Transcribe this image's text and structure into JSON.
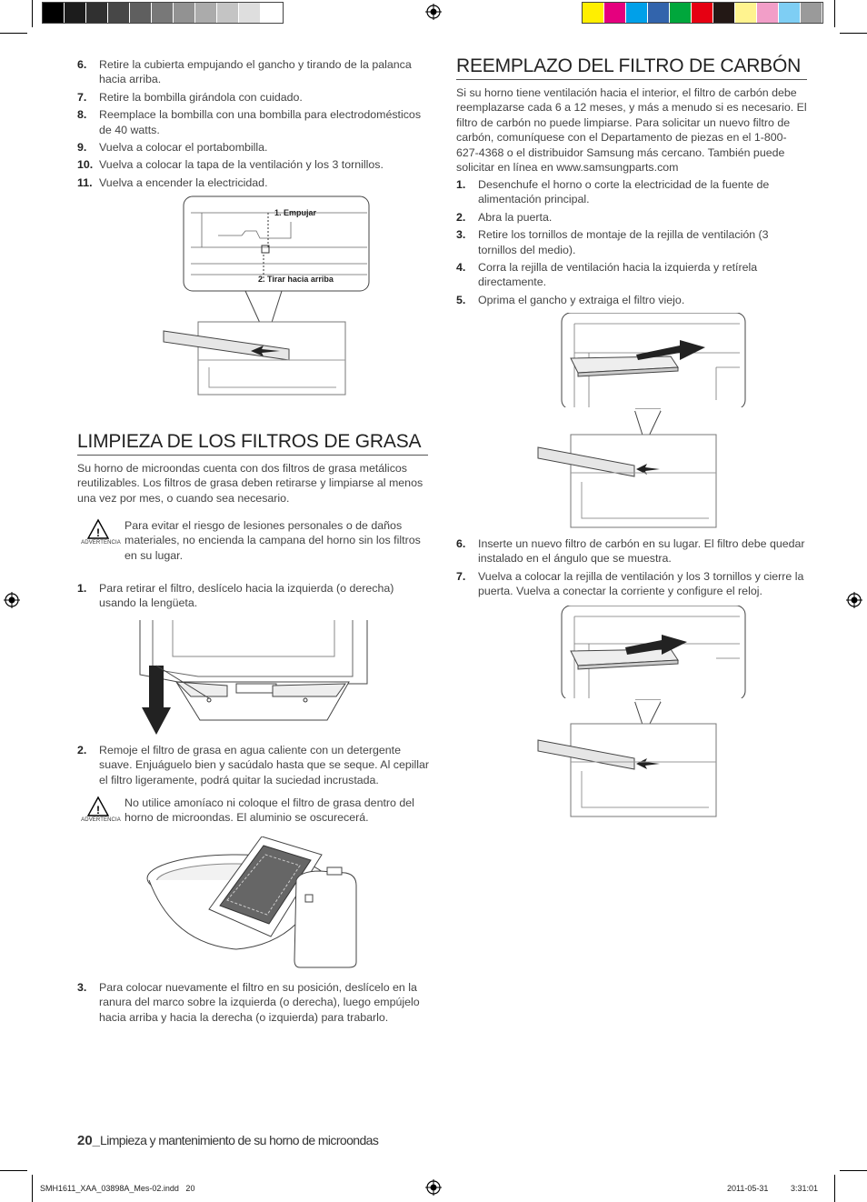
{
  "left_steps_a": [
    {
      "n": "6.",
      "text": "Retire la cubierta empujando el gancho y tirando de la palanca hacia arriba."
    },
    {
      "n": "7.",
      "text": "Retire la bombilla girándola con cuidado."
    },
    {
      "n": "8.",
      "text": "Reemplace la bombilla con una bombilla para electrodomésticos de 40 watts."
    },
    {
      "n": "9.",
      "text": "Vuelva a colocar el portabombilla."
    },
    {
      "n": "10.",
      "text": "Vuelva a colocar la tapa de la ventilación y los 3 tornillos."
    },
    {
      "n": "11.",
      "text": "Vuelva a encender la electricidad."
    }
  ],
  "figure1": {
    "callout1": "1. Empujar",
    "callout2": "2. Tirar hacia arriba"
  },
  "grease": {
    "title": "LIMPIEZA DE LOS FILTROS DE GRASA",
    "intro": "Su horno de microondas cuenta con dos filtros de grasa metálicos reutilizables. Los filtros de grasa deben retirarse y limpiarse al menos una vez por mes, o cuando sea necesario.",
    "warning1": "Para evitar el riesgo de lesiones personales o de daños materiales, no encienda la campana del horno sin los filtros en su lugar.",
    "warning_label": "ADVERTENCIA",
    "step1": {
      "n": "1.",
      "text": "Para retirar el filtro, deslícelo hacia la izquierda (o derecha) usando la lengüeta."
    },
    "step2": {
      "n": "2.",
      "text": "Remoje el filtro de grasa en agua caliente con un detergente suave. Enjuáguelo bien y sacúdalo hasta que se seque. Al cepillar el filtro ligeramente, podrá quitar la suciedad incrustada."
    },
    "warning2": "No utilice amoníaco ni coloque el filtro de grasa dentro del horno de microondas. El aluminio se oscurecerá.",
    "step3": {
      "n": "3.",
      "text": "Para colocar nuevamente el filtro en su posición, deslícelo en la ranura del marco sobre la izquierda (o derecha), luego empújelo hacia arriba y hacia la derecha (o izquierda) para trabarlo."
    }
  },
  "charcoal": {
    "title": "REEMPLAZO DEL FILTRO DE CARBÓN",
    "intro": "Si su horno tiene ventilación hacia el interior, el filtro de carbón debe reemplazarse cada 6 a 12 meses, y más a menudo si es necesario. El filtro de carbón no puede limpiarse. Para solicitar un nuevo filtro de carbón, comuníquese con el Departamento de piezas en el 1-800-627-4368 o el distribuidor Samsung más cercano. También puede solicitar en línea en www.samsungparts.com",
    "steps_a": [
      {
        "n": "1.",
        "text": "Desenchufe el horno o corte la electricidad de la fuente de alimentación principal."
      },
      {
        "n": "2.",
        "text": "Abra la puerta."
      },
      {
        "n": "3.",
        "text": "Retire los tornillos de montaje de la rejilla de ventilación (3 tornillos del medio)."
      },
      {
        "n": "4.",
        "text": "Corra la rejilla de ventilación hacia la izquierda y retírela directamente."
      },
      {
        "n": "5.",
        "text": "Oprima el gancho y extraiga el filtro viejo."
      }
    ],
    "steps_b": [
      {
        "n": "6.",
        "text": "Inserte un nuevo filtro de carbón en su lugar. El filtro debe quedar instalado en el ángulo que se muestra."
      },
      {
        "n": "7.",
        "text": "Vuelva a colocar la rejilla de ventilación y los 3 tornillos y cierre la puerta. Vuelva a conectar la corriente y configure el reloj."
      }
    ]
  },
  "footer": {
    "page": "20_",
    "section": "Limpieza y mantenimiento de su horno de microondas"
  },
  "slug": {
    "file": "SMH1611_XAA_03898A_Mes-02.indd   20",
    "date": "2011-05-31",
    "time": "3:31:01"
  },
  "colors": {
    "gray_bar": [
      "#000000",
      "#1c1c1c",
      "#303030",
      "#474747",
      "#5f5f5f",
      "#787878",
      "#929292",
      "#ababab",
      "#c4c4c4",
      "#dedede",
      "#ffffff"
    ],
    "color_bar": [
      "#ffef00",
      "#e5007e",
      "#00a0e9",
      "#3264ac",
      "#00a73c",
      "#e60012",
      "#231815",
      "#fff38f",
      "#f29ec8",
      "#7ecef4",
      "#9a9a9a"
    ]
  }
}
